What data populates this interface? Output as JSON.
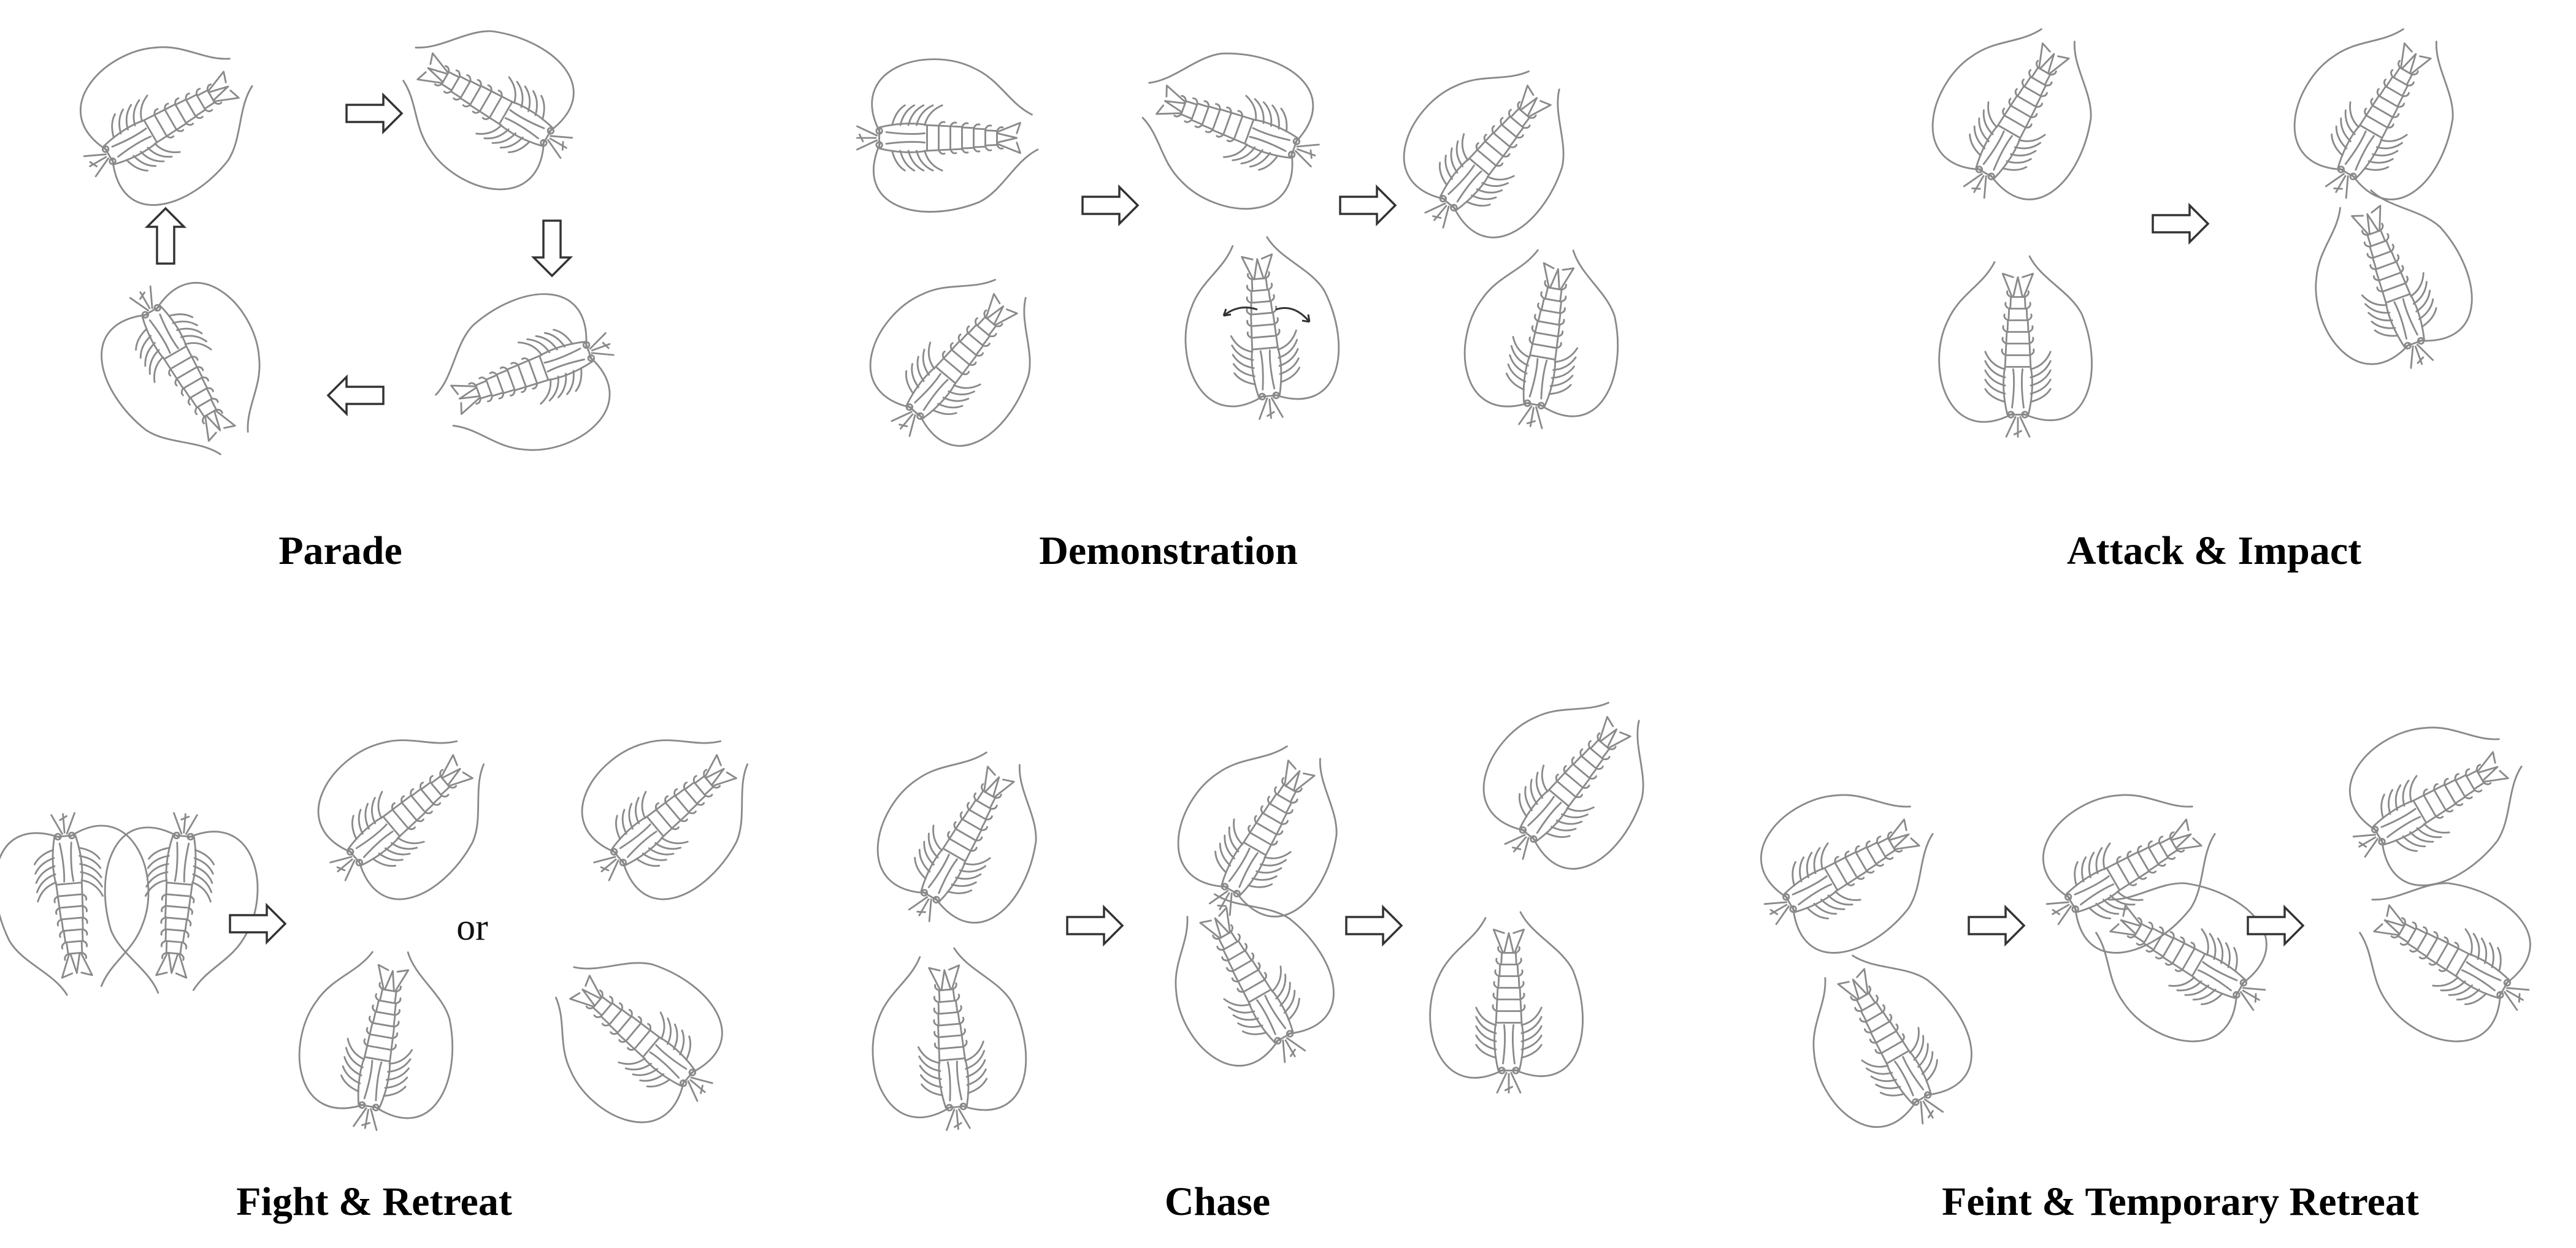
{
  "panels": [
    {
      "id": "parade",
      "label": "Parade"
    },
    {
      "id": "demonstration",
      "label": "Demonstration"
    },
    {
      "id": "attack-impact",
      "label": "Attack & Impact"
    },
    {
      "id": "fight-retreat",
      "label": "Fight & Retreat",
      "connector": "or"
    },
    {
      "id": "chase",
      "label": "Chase"
    },
    {
      "id": "feint-retreat",
      "label": "Feint & Temporary Retreat"
    }
  ],
  "colors": {
    "stroke": "#8a8a8a",
    "text": "#000000",
    "arrow": "#333333"
  }
}
